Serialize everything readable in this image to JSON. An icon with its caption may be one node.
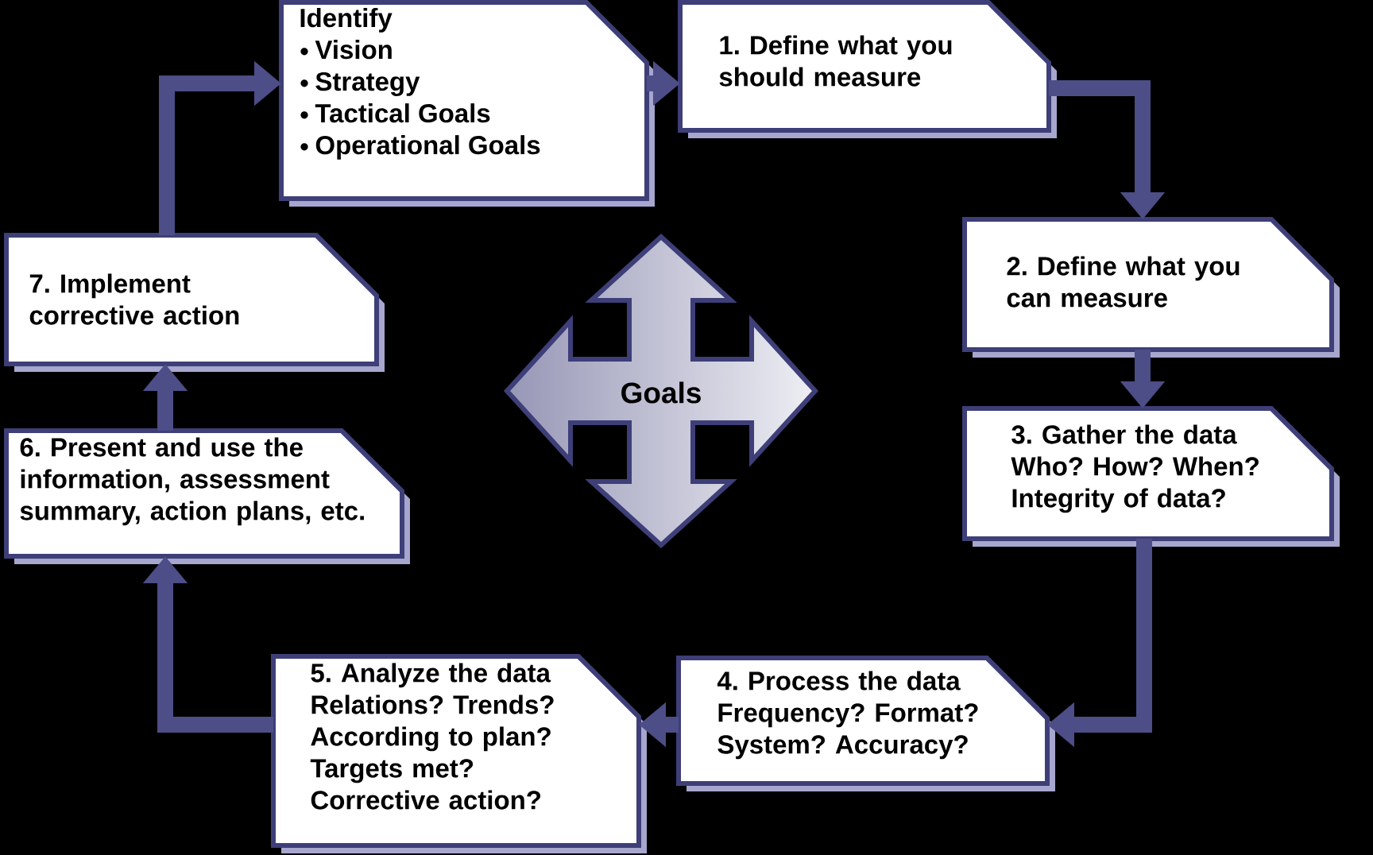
{
  "diagram": {
    "nodes": [
      {
        "text": [
          "Identify",
          "Vision",
          "Strategy",
          "Tactical Goals",
          "Operational Goals"
        ]
      },
      {
        "text": [
          "1. Define what you should measure"
        ]
      },
      {
        "text": [
          "2. Define what you can measure"
        ]
      },
      {
        "text": [
          "3. Gather the data",
          "Who? How? When? Integrity of data?"
        ]
      },
      {
        "text": [
          "4. Process the data",
          "Frequency? Format? System? Accuracy?"
        ]
      },
      {
        "text": [
          "5. Analyze the data",
          "Relations? Trends? According to plan? Targets met? Corrective action?"
        ]
      },
      {
        "text": [
          "6. Present and use the information, assessment summary, action plans, etc."
        ]
      },
      {
        "text": [
          "7. Implement corrective action"
        ]
      },
      {
        "text": [
          "Goals"
        ]
      }
    ],
    "edges": [
      {
        "from": 7,
        "to": 0,
        "arrow": "to"
      },
      {
        "from": 0,
        "to": 1,
        "arrow": "to"
      },
      {
        "from": 1,
        "to": 2,
        "arrow": "to"
      },
      {
        "from": 2,
        "to": 3,
        "arrow": "to"
      },
      {
        "from": 3,
        "to": 4,
        "arrow": "to"
      },
      {
        "from": 4,
        "to": 5,
        "arrow": "to"
      },
      {
        "from": 5,
        "to": 6,
        "arrow": "to"
      },
      {
        "from": 6,
        "to": 7,
        "arrow": "to"
      }
    ]
  }
}
